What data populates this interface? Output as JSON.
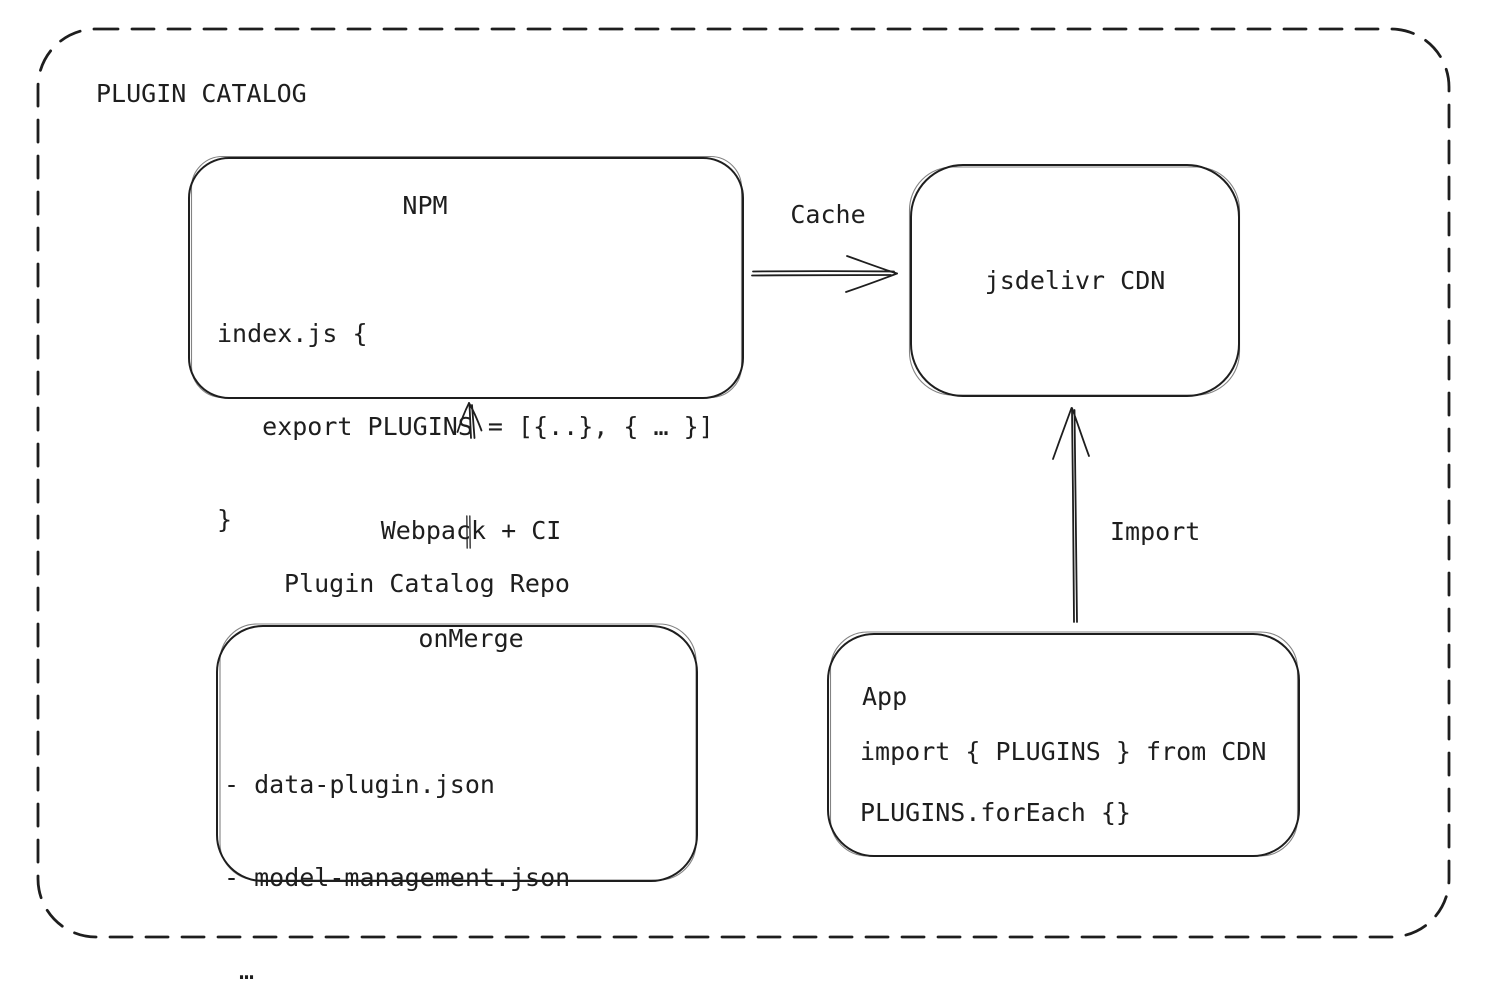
{
  "diagram": {
    "title": "PLUGIN CATALOG",
    "colors": {
      "stroke": "#1e1e1e",
      "connector": "#4a4a4a",
      "background": "#ffffff"
    },
    "nodes": {
      "npm": {
        "title": "NPM",
        "code_lines": [
          "index.js {",
          "   export PLUGINS = [{..}, { … }]",
          "}"
        ]
      },
      "cdn": {
        "label": "jsdelivr CDN"
      },
      "repo": {
        "heading": "Plugin Catalog Repo",
        "lines": [
          "- data-plugin.json",
          "- model-management.json",
          " …"
        ]
      },
      "app": {
        "title": "App",
        "code_lines": [
          "import { PLUGINS } from CDN",
          "PLUGINS.forEach {}"
        ]
      }
    },
    "edges": {
      "cache": {
        "label": "Cache"
      },
      "build": {
        "labels": [
          "Webpack + CI",
          "onMerge"
        ]
      },
      "import": {
        "label": "Import"
      }
    }
  }
}
